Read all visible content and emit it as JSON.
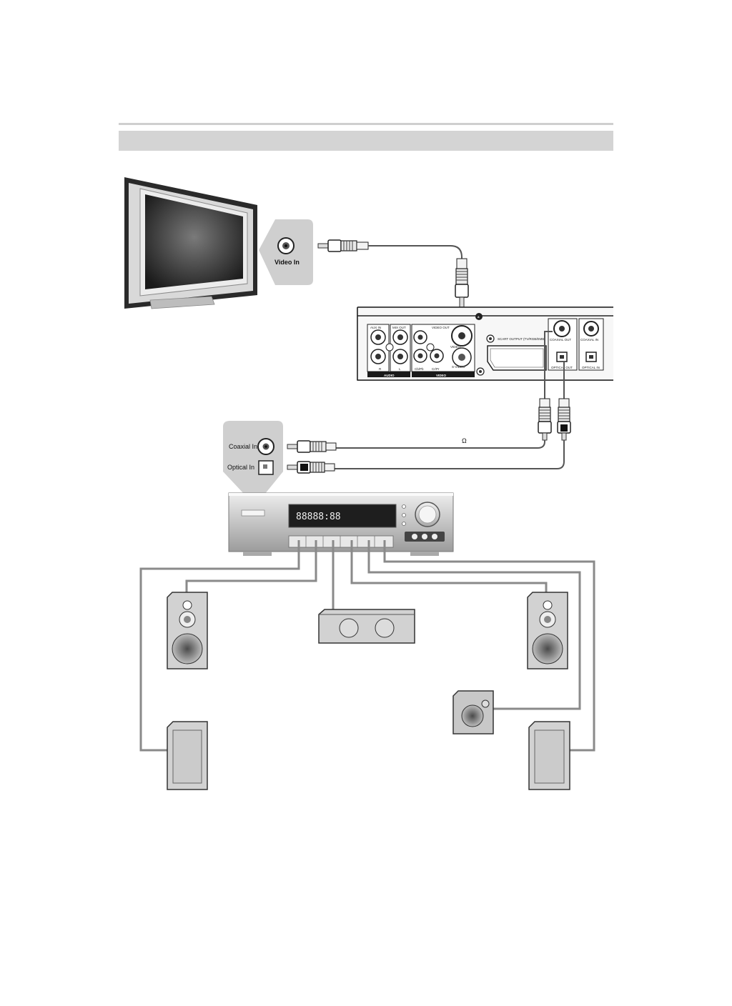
{
  "labels": {
    "tv_video_in": "Video In",
    "coaxial_in": "Coaxial In",
    "optical_in": "Optical In",
    "ohm": "Ω"
  },
  "dvd_panel": {
    "aux_in": "AUX IN",
    "mix_out": "MIX OUT",
    "video_out": "VIDEO OUT",
    "video": "VIDEO",
    "scart": "SCART OUTPUT (TV/RGB/EMB)",
    "coaxial_out": "COAXIAL OUT",
    "coaxial_in": "COAXIAL IN",
    "optical_out": "OPTICAL OUT",
    "optical_in": "OPTICAL IN",
    "audio_group": "AUDIO",
    "video_group": "VIDEO",
    "r": "R",
    "l": "L",
    "cb_pb": "Cb/Pb",
    "cr_pr": "Cr/Pr",
    "s_video": "S-VIDEO",
    "badge": "a"
  },
  "receiver": {
    "display": "88888:88"
  },
  "colors": {
    "header_bar": "#d4d4d4",
    "cable": "#555555",
    "speaker_wire": "#8a8a8a",
    "speaker_body": "#d2d2d2"
  },
  "icons": [
    "tv-icon",
    "dvd-rear-panel-icon",
    "av-receiver-icon",
    "front-speaker-icon",
    "center-speaker-icon",
    "subwoofer-icon",
    "surround-speaker-icon",
    "rca-plug-icon",
    "optical-plug-icon"
  ]
}
